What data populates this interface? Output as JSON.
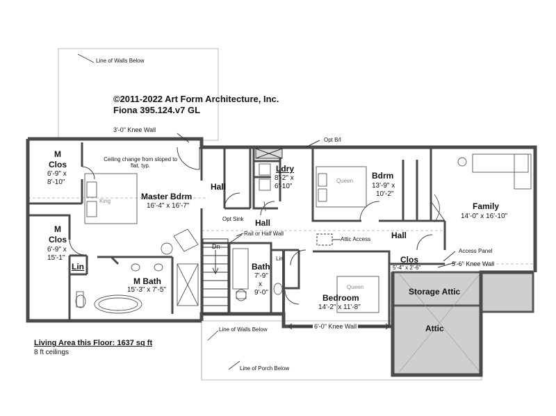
{
  "copyright": "©2011-2022 Art Form Architecture, Inc.",
  "plan_name": "Fiona 395.124.v7 GL",
  "living_area": "Living Area this Floor: 1637 sq ft",
  "ceilings": "8 ft ceilings",
  "notes": {
    "walls_below_top": "Line of Walls Below",
    "walls_below_bottom": "Line of Walls Below",
    "porch_below": "Line of Porch Below",
    "knee_wall_master": "3'-0\" Knee Wall",
    "knee_wall_bedroom": "6'-0\" Knee Wall",
    "knee_wall_attic": "5'-6\" Knee Wall",
    "opt_bi": "Opt B/I",
    "ceiling_change": "Ceiling change from sloped to flat, typ.",
    "rail_or_half_wall": "Rail or Half Wall",
    "attic_access": "Attic Access",
    "access_panel": "Access Panel",
    "opt_sink": "Opt Sink",
    "dn": "Dn"
  },
  "rooms": {
    "m_clos_1": {
      "name1": "M",
      "name2": "Clos",
      "dim1": "6'-9\" x",
      "dim2": "8'-10\""
    },
    "m_clos_2": {
      "name1": "M",
      "name2": "Clos",
      "dim1": "6'-9\" x",
      "dim2": "15'-1\""
    },
    "master_bdrm": {
      "name": "Master Bdrm",
      "dim": "16'-4\" x 16'-7\""
    },
    "hall_1": {
      "name": "Hall"
    },
    "hall_2": {
      "name": "Hall"
    },
    "hall_3": {
      "name": "Hall"
    },
    "ldry": {
      "name": "Ldry",
      "dim1": "8'-2\" x",
      "dim2": "6'-10\""
    },
    "bdrm": {
      "name": "Bdrm",
      "dim1": "13'-9\" x",
      "dim2": "10'-2\""
    },
    "family": {
      "name": "Family",
      "dim": "14'-0\" x 16'-10\""
    },
    "lin_1": {
      "name": "Lin"
    },
    "lin_2": {
      "name": "Lin"
    },
    "m_bath": {
      "name": "M Bath",
      "dim": "15'-3\" x 7'-5\""
    },
    "bath": {
      "name": "Bath",
      "dim1": "7'-9\"",
      "dim2": "x",
      "dim3": "9'-0\""
    },
    "bedroom": {
      "name": "Bedroom",
      "dim": "14'-2\" x 11'-8\""
    },
    "clos": {
      "name": "Clos",
      "dim": "5'-4\" x 2'-6\""
    },
    "storage_attic": {
      "name": "Storage Attic"
    },
    "attic": {
      "name": "Attic"
    }
  },
  "furniture": {
    "king": "King",
    "queen_1": "Queen",
    "queen_2": "Queen"
  },
  "colors": {
    "wall": "#4a4a4a",
    "wall_fill": "#9a9a9a",
    "attic_fill": "#cfcfcf",
    "line": "#333333",
    "guide": "#999999"
  }
}
